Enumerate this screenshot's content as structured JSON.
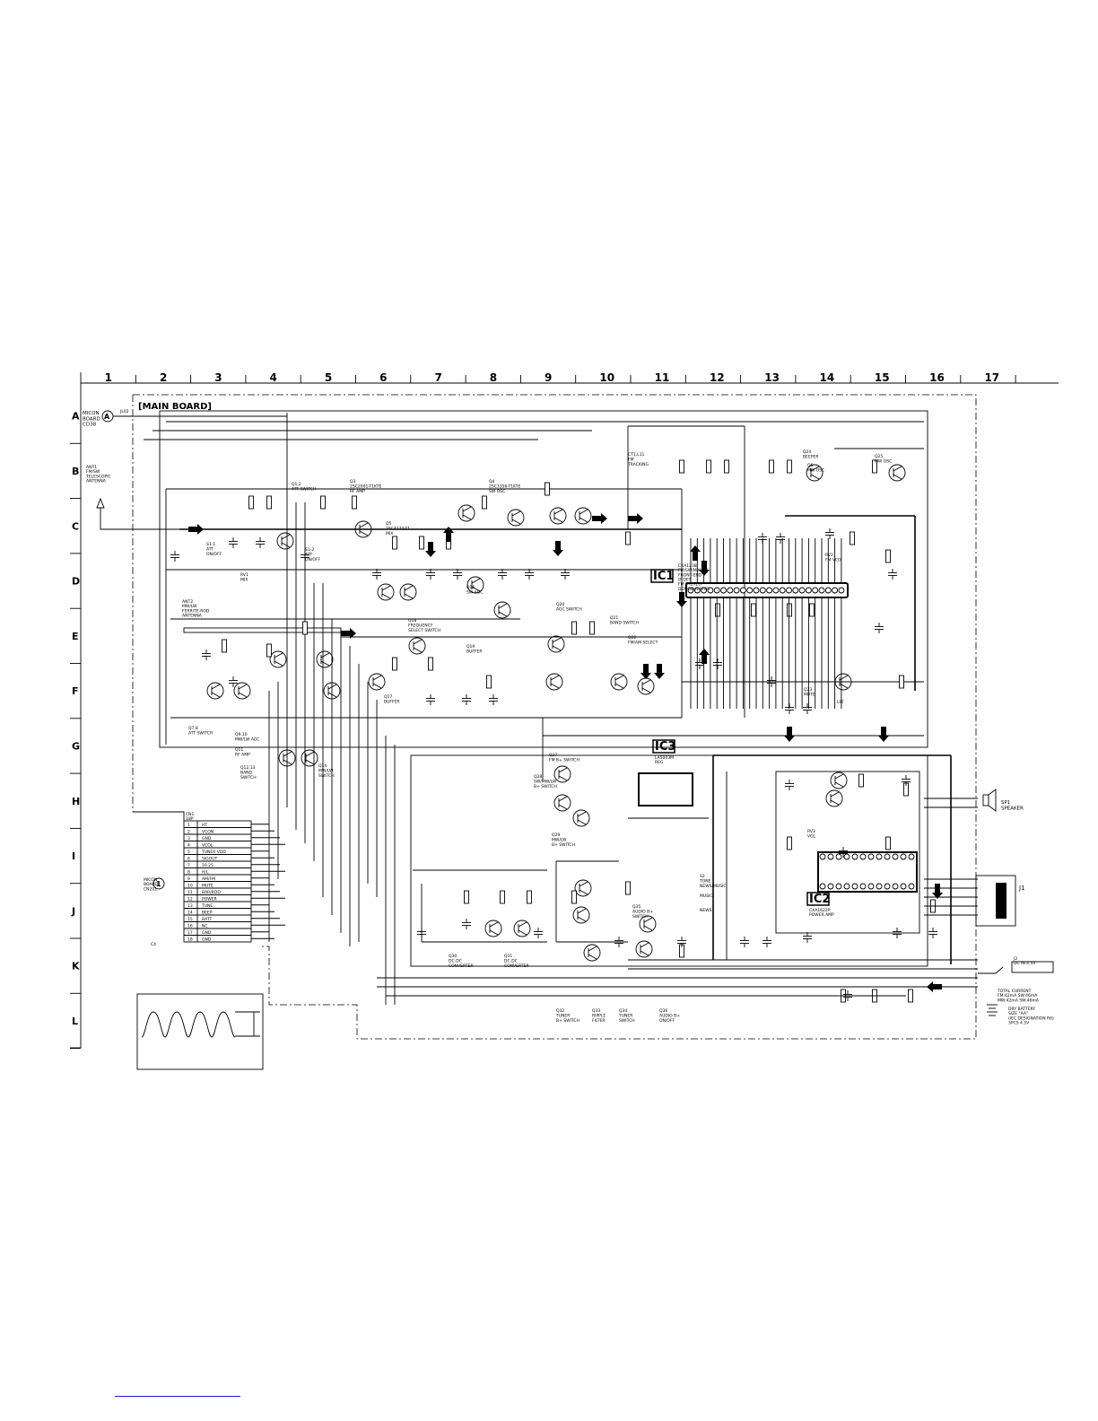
{
  "grid": {
    "columns": [
      "1",
      "2",
      "3",
      "4",
      "5",
      "6",
      "7",
      "8",
      "9",
      "10",
      "11",
      "12",
      "13",
      "14",
      "15",
      "16",
      "17"
    ],
    "rows": [
      "A",
      "B",
      "C",
      "D",
      "E",
      "F",
      "G",
      "H",
      "I",
      "J",
      "K",
      "L"
    ]
  },
  "board_title": "[MAIN BOARD]",
  "connectors": {
    "a": {
      "letter": "A",
      "text": "MICON\nBOARD\nCD38",
      "pin": "JL02"
    },
    "one": {
      "letter": "1",
      "text": "MICON\nBOARD\nCN201"
    }
  },
  "antennas": {
    "ant1": "ANT1\nFM/SW\nTELESCOPIC\nANTENNA",
    "ant2": "ANT2\nMW/LW\nFERRITE-ROD\nANTENNA"
  },
  "ic_labels": {
    "ic1": "IC1",
    "ic1_desc": "CXA1238\nFM/SW/MW/LW\nFRONT-END\nIF DET\nFM STEREO\nDEMODULATOR",
    "ic2": "IC2",
    "ic2_desc": "CXA1622P\nPOWER AMP",
    "ic3": "IC3",
    "ic3_desc": "LA5003M\nREG"
  },
  "block_labels": [
    "Q1,2\nATT SWITCH",
    "Q3\n2SC2001-T1KTE\nRF AMP",
    "Q4\n2SC3356-T1KTE\nSW OSC",
    "Q5\n2SC4227-T1\nMIX",
    "Q6\nMW OSC",
    "Q7,8\nATT SWITCH",
    "Q9,10\nMW/LW AGC",
    "Q11\nRF AMP",
    "Q12,13\nBAND\nSWITCH",
    "Q14\nMW/LW\nSWITCH",
    "Q16\nSW AGC",
    "Q17\nBUFFER",
    "Q18\nFREQUENCY\nSELECT SWITCH",
    "Q19\nBUFFER",
    "Q20\nAGC SWITCH",
    "Q21\nBAND SWITCH",
    "Q22\nFM/AM SELECT",
    "Q23\nMUTE",
    "Q24\nBEEPER",
    "Q25\nMW OSC",
    "Q27\nFM B+ SWITCH",
    "Q28\nSW/MW/LW\nB+ SWITCH",
    "Q29\nMW/LW\nB+ SWITCH",
    "Q30\nDC-DC\nCONVERTER",
    "Q31\nDC-DC\nCONVERTER",
    "Q32\nTUNER\nB+ SWITCH",
    "Q33\nRIPPLE\nFILTER",
    "Q34\nTUNER\nSWITCH",
    "Q35\nAUDIO B+\nSWITCH",
    "Q36\nAUDIO B+\nON/OFF",
    "CT1,L11\nFM\nTRACKING",
    "RV1\nMIX",
    "RV2\nFM VCO",
    "RV3\nVOL",
    "S2\nTONE\nNEWS/MUSIC",
    "S1-1\nATT\nON/OFF",
    "S1-2\nATT\nON/OFF",
    "SP1\nSPEAKER",
    "J1",
    "J2\nDC IN 4.5V",
    "LPF"
  ],
  "cn1_pins": [
    {
      "num": "1",
      "name": "HT"
    },
    {
      "num": "2",
      "name": "VCON"
    },
    {
      "num": "3",
      "name": "GND"
    },
    {
      "num": "4",
      "name": "VCOL"
    },
    {
      "num": "5",
      "name": "TUNER VDD"
    },
    {
      "num": "6",
      "name": "SIGOUT"
    },
    {
      "num": "7",
      "name": "10.25"
    },
    {
      "num": "8",
      "name": "H/L"
    },
    {
      "num": "9",
      "name": "AM/FM"
    },
    {
      "num": "10",
      "name": "MUTE"
    },
    {
      "num": "11",
      "name": "BAR/RDD"
    },
    {
      "num": "12",
      "name": "POWER"
    },
    {
      "num": "13",
      "name": "TUNE"
    },
    {
      "num": "14",
      "name": "BEEP"
    },
    {
      "num": "15",
      "name": "BATT"
    },
    {
      "num": "16",
      "name": "NC"
    },
    {
      "num": "17",
      "name": "GND"
    },
    {
      "num": "18",
      "name": "GND"
    }
  ],
  "cn1_header": "CN1\n18P",
  "power_note": "TOTAL CURRENT\nFM:42mA SW:46mA\nMW:42mA SW:46mA",
  "battery_note": "DRY BATTERY\nSIZE \"AA\"\n(IEC DESIGNATION R6)\n3PCS 4.5V",
  "ch_label": "C4",
  "switch_texts": {
    "music": "MUSIC",
    "news": "NEWS"
  }
}
